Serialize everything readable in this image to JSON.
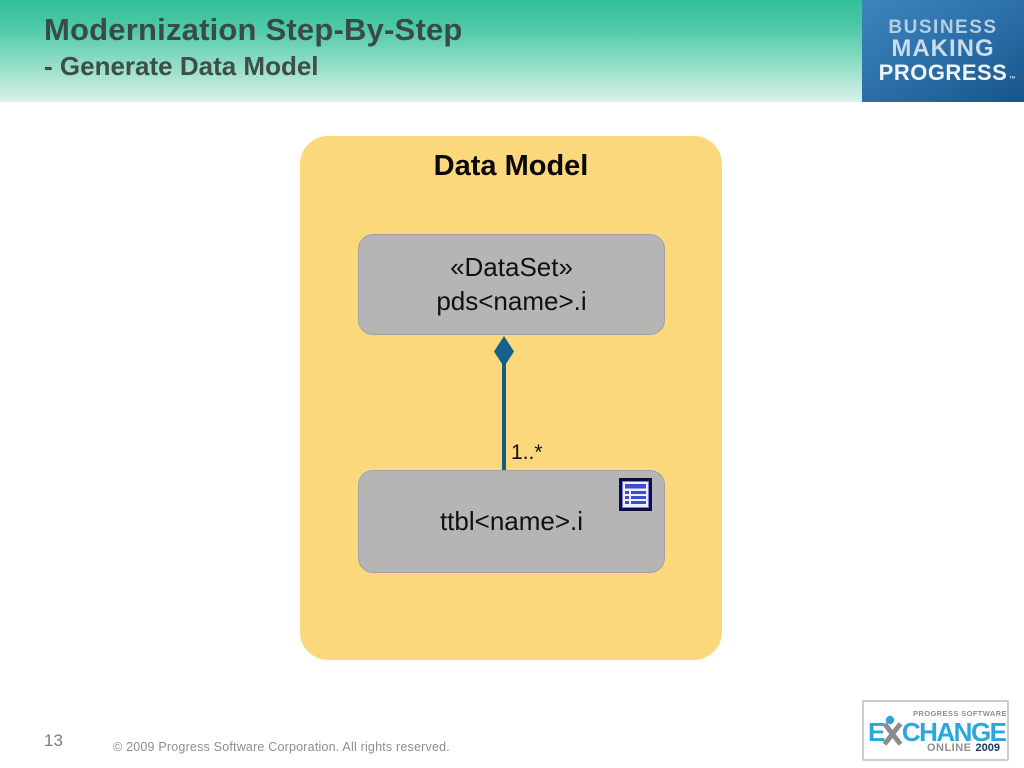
{
  "header": {
    "title": "Modernization Step-By-Step",
    "subtitle": "- Generate Data Model",
    "brand": {
      "line1": "BUSINESS",
      "line2": "MAKING",
      "line3": "PROGRESS",
      "trademark": "™"
    }
  },
  "diagram": {
    "panel_title": "Data Model",
    "dataset_node": {
      "stereotype": "«DataSet»",
      "label": "pds<name>.i"
    },
    "table_node": {
      "label": "ttbl<name>.i",
      "icon": "table-icon"
    },
    "connector": {
      "type": "composition",
      "multiplicity": "1..*"
    },
    "colors": {
      "panel": "#FBD87C",
      "node": "#B5B5B5",
      "connector": "#18618E"
    }
  },
  "footer": {
    "page_number": "13",
    "copyright": "© 2009 Progress Software Corporation. All rights reserved.",
    "exchange_logo": {
      "top_text": "PROGRESS SOFTWARE",
      "e": "E",
      "change": "CHANGE",
      "online": "ONLINE",
      "year": "2009"
    }
  }
}
